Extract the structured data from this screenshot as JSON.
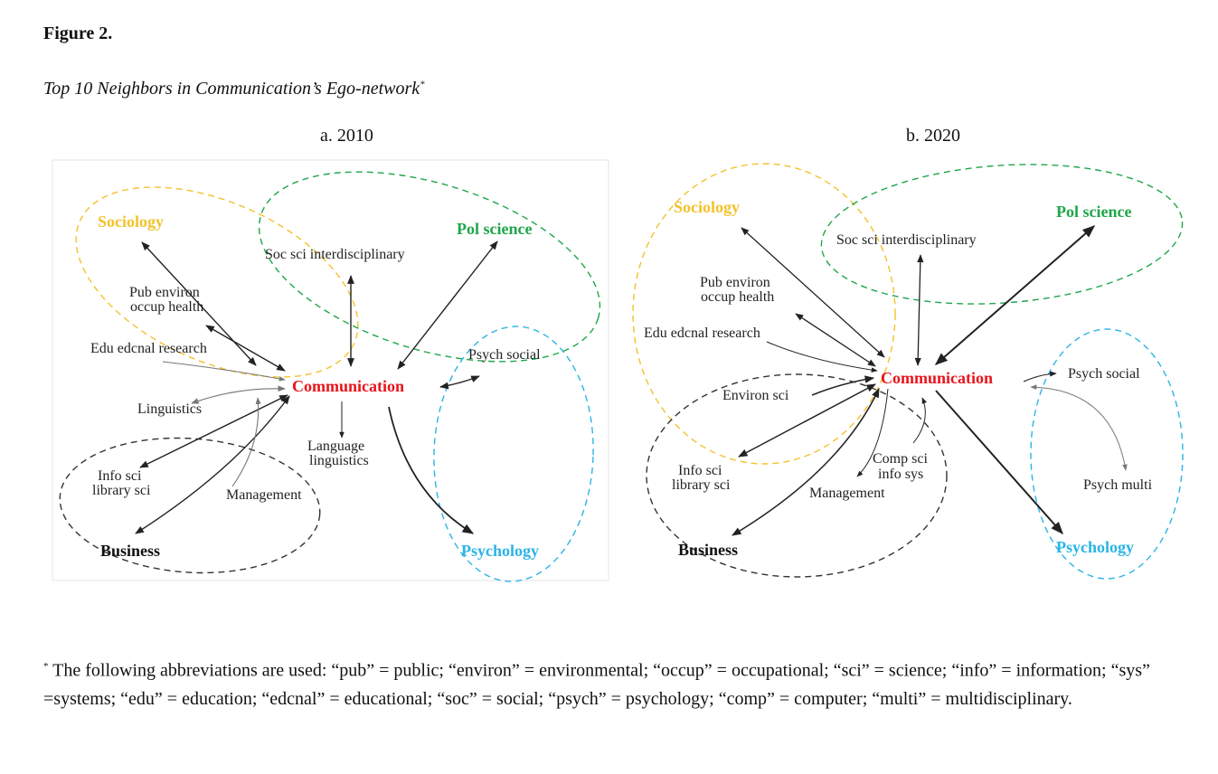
{
  "figure": {
    "label": "Figure 2.",
    "title": "Top 10 Neighbors in Communication’s Ego-network",
    "title_mark": "*"
  },
  "colors": {
    "sociology": "#f3c22c",
    "pol_science": "#1fa64a",
    "psychology": "#2bb4e6",
    "business": "#333333",
    "ego": "#e8141c"
  },
  "panels": [
    {
      "title": "a. 2010",
      "ego": "Communication",
      "groups": {
        "sociology": "Sociology",
        "pol_science": "Pol science",
        "business": "Business",
        "psychology": "Psychology"
      },
      "nodes": {
        "soc_sci": "Soc sci interdisciplinary",
        "pub_env_1": "Pub environ",
        "pub_env_2": "occup health",
        "edu": "Edu edcnal research",
        "psych_social": "Psych social",
        "linguistics": "Linguistics",
        "lang_1": "Language",
        "lang_2": "linguistics",
        "info_1": "Info sci",
        "info_2": "library sci",
        "management": "Management"
      },
      "edges": [
        {
          "to": "Sociology",
          "dir": "both"
        },
        {
          "to": "Pub environ occup health",
          "dir": "both"
        },
        {
          "to": "Edu edcnal research",
          "dir": "in"
        },
        {
          "to": "Soc sci interdisciplinary",
          "dir": "both"
        },
        {
          "to": "Pol science",
          "dir": "both"
        },
        {
          "to": "Psych social",
          "dir": "both"
        },
        {
          "to": "Linguistics",
          "dir": "both"
        },
        {
          "to": "Language linguistics",
          "dir": "out"
        },
        {
          "to": "Info sci library sci",
          "dir": "both"
        },
        {
          "to": "Business",
          "dir": "both"
        },
        {
          "to": "Management",
          "dir": "in"
        },
        {
          "to": "Psychology",
          "dir": "out"
        }
      ]
    },
    {
      "title": "b. 2020",
      "ego": "Communication",
      "groups": {
        "sociology": "Sociology",
        "pol_science": "Pol science",
        "business": "Business",
        "psychology": "Psychology"
      },
      "nodes": {
        "soc_sci": "Soc sci interdisciplinary",
        "pub_env_1": "Pub environ",
        "pub_env_2": "occup health",
        "edu": "Edu edcnal research",
        "psych_social": "Psych social",
        "environ": "Environ sci",
        "info_1": "Info sci",
        "info_2": "library sci",
        "comp_1": "Comp sci",
        "comp_2": "info sys",
        "management": "Management",
        "psych_multi": "Psych multi"
      },
      "edges": [
        {
          "to": "Sociology",
          "dir": "both"
        },
        {
          "to": "Pub environ occup health",
          "dir": "both"
        },
        {
          "to": "Edu edcnal research",
          "dir": "in"
        },
        {
          "to": "Soc sci interdisciplinary",
          "dir": "both"
        },
        {
          "to": "Pol science",
          "dir": "both"
        },
        {
          "to": "Psych social",
          "dir": "out"
        },
        {
          "to": "Psych multi",
          "dir": "both"
        },
        {
          "to": "Environ sci",
          "dir": "in"
        },
        {
          "to": "Info sci library sci",
          "dir": "both"
        },
        {
          "to": "Business",
          "dir": "both"
        },
        {
          "to": "Management",
          "dir": "out"
        },
        {
          "to": "Comp sci info sys",
          "dir": "in"
        },
        {
          "to": "Psychology",
          "dir": "out"
        }
      ]
    }
  ],
  "footnote": {
    "mark": "*",
    "text": "The following abbreviations are used: “pub” = public; “environ” = environmental; “occup” = occupational; “sci” = science; “info” = information; “sys” =systems; “edu” = education; “edcnal” = educational; “soc” = social; “psych” = psychology; “comp” = computer; “multi” = multidisciplinary."
  }
}
